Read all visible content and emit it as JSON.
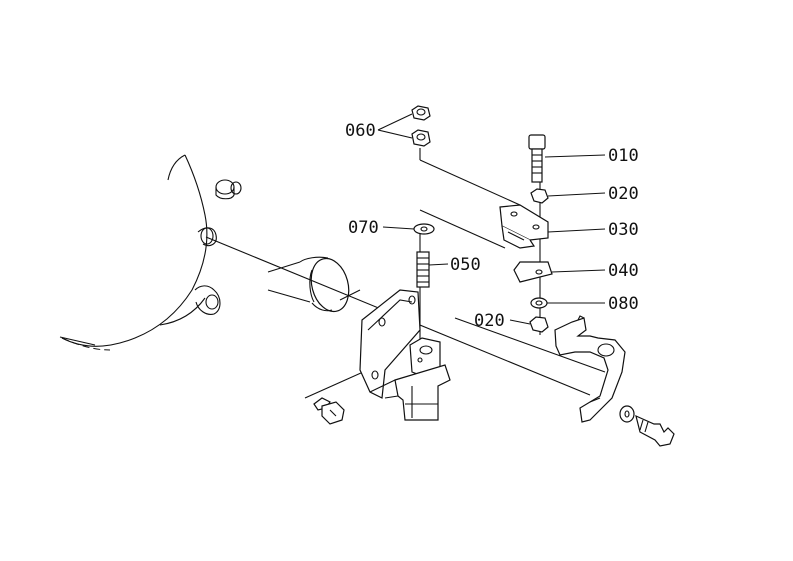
{
  "diagram": {
    "labels": {
      "p010": "010",
      "p020a": "020",
      "p030": "030",
      "p040": "040",
      "p050": "050",
      "p060": "060",
      "p070": "070",
      "p080": "080",
      "p020b": "020"
    },
    "colors": {
      "line": "#111111",
      "background": "#ffffff"
    }
  }
}
